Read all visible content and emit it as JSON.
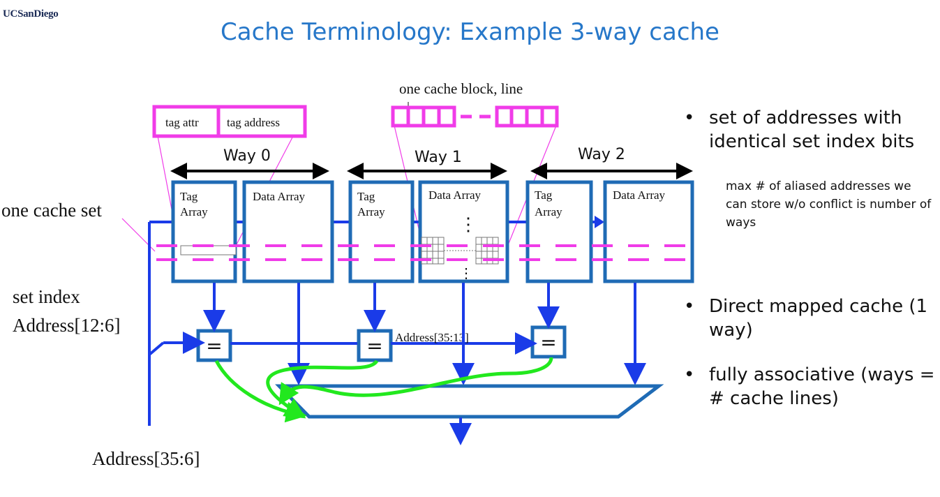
{
  "header": {
    "logo_text": "UCSanDiego",
    "title": "Cache Terminology: Example 3-way cache"
  },
  "diagram": {
    "cache_block_label": "one cache block, line",
    "tag_attr": "tag attr",
    "tag_address": "tag address",
    "ways": [
      {
        "label": "Way 0",
        "tag_array": [
          "Tag",
          "Array"
        ],
        "data_array": "Data Array"
      },
      {
        "label": "Way 1",
        "tag_array": [
          "Tag",
          "Array"
        ],
        "data_array": "Data Array"
      },
      {
        "label": "Way 2",
        "tag_array": [
          "Tag",
          "Array"
        ],
        "data_array": "Data Array"
      }
    ],
    "cache_set_label": "one cache set",
    "set_index_label": "set index",
    "set_index_addr": "Address[12:6]",
    "tag_addr_label": "Address[35:13]",
    "full_addr_label": "Address[35:6]",
    "comparator_symbol": "=",
    "ellipsis_dots": "⋮",
    "colors": {
      "blue": "#1a3be8",
      "box_border": "#1f6bb5",
      "magenta": "#f03ce8",
      "green": "#22e81e"
    }
  },
  "notes": {
    "bullet1": "set of addresses with identical set index bits",
    "sub": "max # of aliased addresses we can store w/o conflict is number of ways",
    "bullet2": "Direct mapped cache (1 way)",
    "bullet3": "fully associative (ways = # cache lines)"
  }
}
